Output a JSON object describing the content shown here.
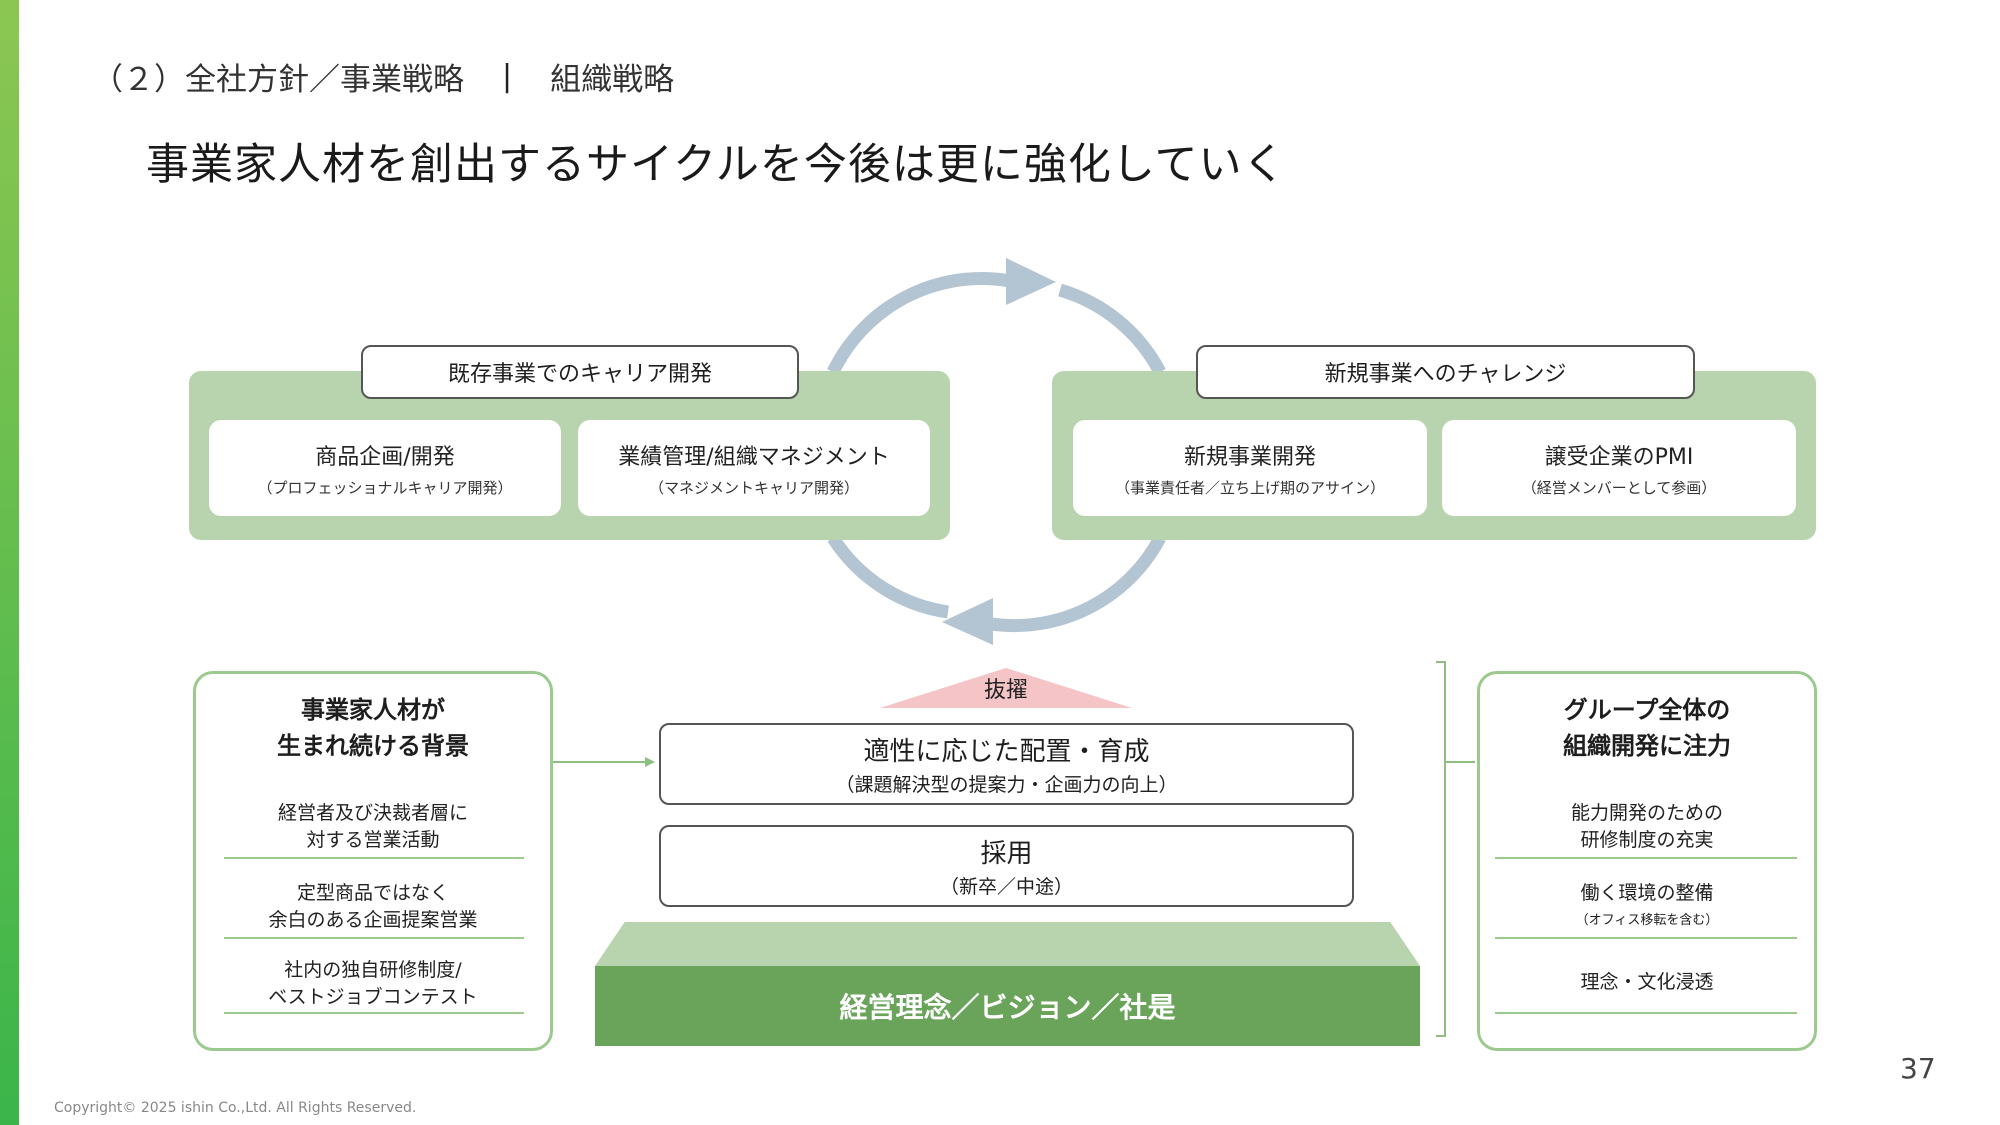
{
  "header": {
    "section": "（２）全社方針／事業戦略",
    "separator": "|",
    "subsection": "組織戦略"
  },
  "title": "事業家人材を創出するサイクルを今後は更に強化していく",
  "cycle": {
    "left_panel": {
      "label": "既存事業でのキャリア開発",
      "cards": [
        {
          "title": "商品企画/開発",
          "sub": "（プロフェッショナルキャリア開発）"
        },
        {
          "title": "業績管理/組織マネジメント",
          "sub": "（マネジメントキャリア開発）"
        }
      ]
    },
    "right_panel": {
      "label": "新規事業へのチャレンジ",
      "cards": [
        {
          "title": "新規事業開発",
          "sub": "（事業責任者／立ち上げ期のアサイン）"
        },
        {
          "title": "譲受企業のPMI",
          "sub": "（経営メンバーとして参画）"
        }
      ]
    }
  },
  "background_box": {
    "title_line1": "事業家人材が",
    "title_line2": "生まれ続ける背景",
    "items": [
      {
        "line1": "経営者及び決裁者層に",
        "line2": "対する営業活動"
      },
      {
        "line1": "定型商品ではなく",
        "line2": "余白のある企画提案営業"
      },
      {
        "line1": "社内の独自研修制度/",
        "line2": "ベストジョブコンテスト"
      }
    ]
  },
  "pyramid": {
    "promotion": "抜擢",
    "placement": {
      "title": "適性に応じた配置・育成",
      "sub": "（課題解決型の提案力・企画力の向上）"
    },
    "hiring": {
      "title": "採用",
      "sub": "（新卒／中途）"
    },
    "foundation": "経営理念／ビジョン／社是"
  },
  "group_box": {
    "title_line1": "グループ全体の",
    "title_line2": "組織開発に注力",
    "items": [
      {
        "line1": "能力開発のための",
        "line2": "研修制度の充実"
      },
      {
        "line1": "働く環境の整備",
        "line2": "（オフィス移転を含む）"
      },
      {
        "line1": "理念・文化浸透",
        "line2": ""
      }
    ]
  },
  "colors": {
    "accent_green": "#6aa35a",
    "panel_green": "#b8d4ae",
    "border_green": "#9cc98e",
    "arrow_blue": "#b3c4d3",
    "promotion_pink": "#f4c4c6"
  },
  "footer": {
    "page_number": "37",
    "copyright": "Copyright© 2025 ishin Co.,Ltd. All Rights Reserved."
  }
}
